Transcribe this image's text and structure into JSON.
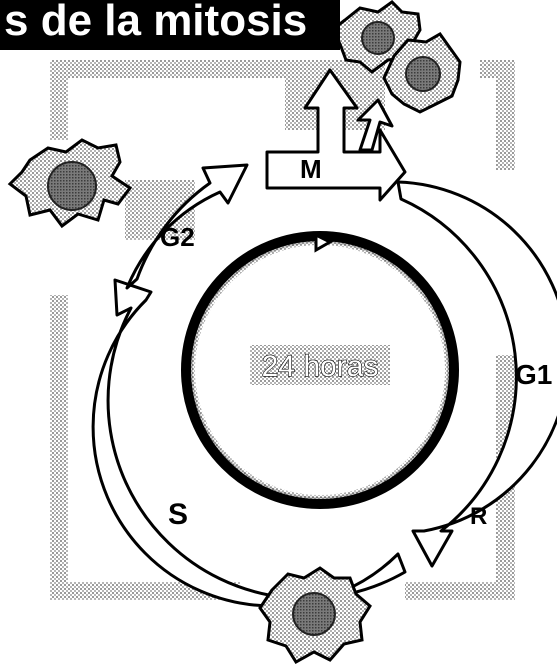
{
  "title": "s de la mitosis",
  "center_label": "24 horas",
  "phases": {
    "m": "M",
    "g1": "G1",
    "r": "R",
    "s": "S",
    "g2": "G2"
  },
  "colors": {
    "title_background": "#000000",
    "title_text": "#ffffff",
    "stipple": "#9a9a9a",
    "cell_nucleus": "#555555",
    "arrow_fill": "#ffffff",
    "stroke": "#000000"
  }
}
